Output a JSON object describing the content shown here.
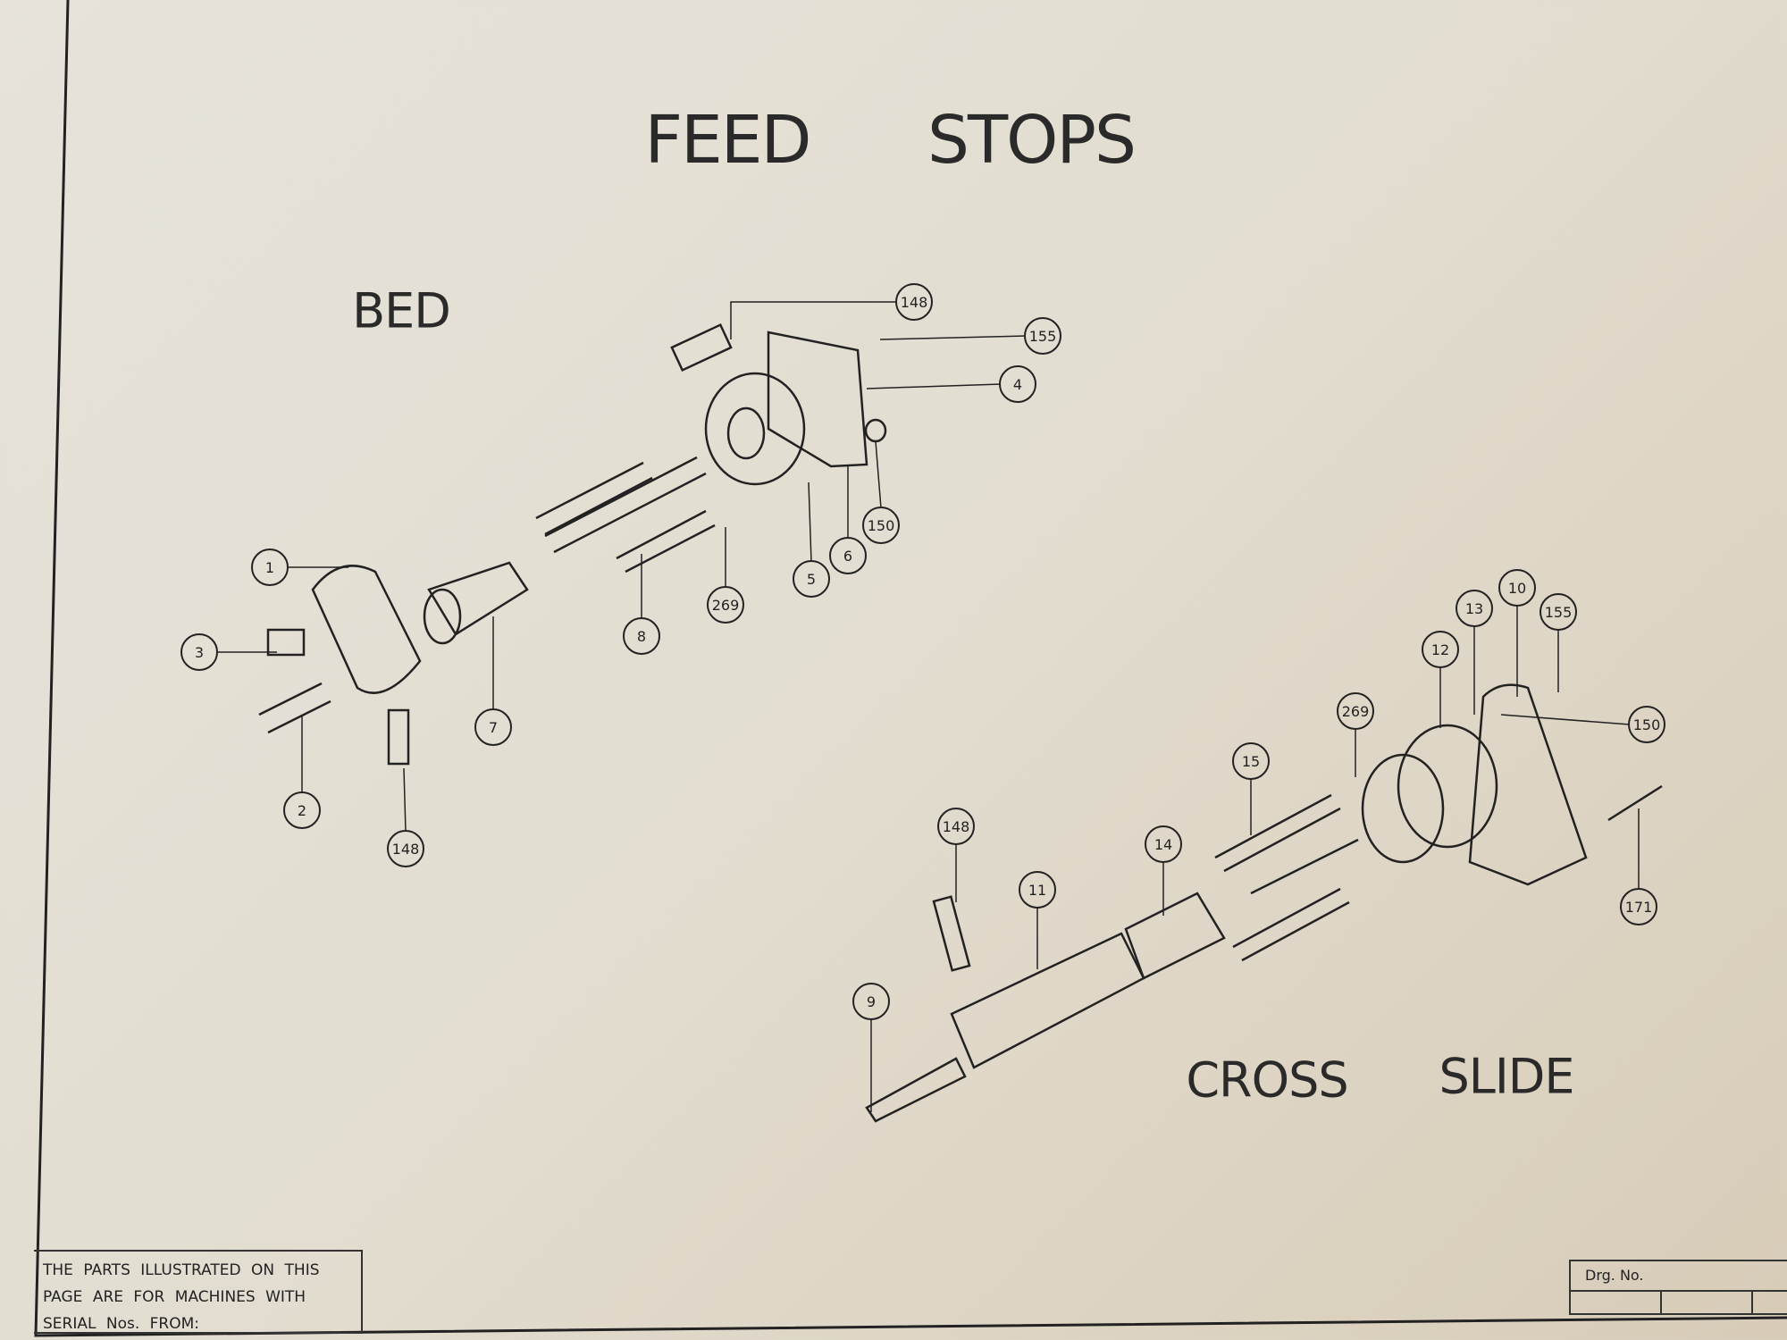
{
  "title": {
    "word1": "FEED",
    "word2": "STOPS"
  },
  "sections": {
    "bed": "BED",
    "cross1": "CROSS",
    "cross2": "SLIDE"
  },
  "bed_callouts": [
    "148",
    "155",
    "4",
    "150",
    "6",
    "5",
    "269",
    "8",
    "7",
    "1",
    "3",
    "2",
    "148"
  ],
  "cross_callouts": [
    "10",
    "13",
    "155",
    "12",
    "150",
    "269",
    "15",
    "14",
    "148",
    "11",
    "9",
    "171"
  ],
  "serial_note": {
    "line1": "THE PARTS ILLUSTRATED ON THIS",
    "line2": "PAGE ARE FOR MACHINES WITH",
    "line3": "SERIAL Nos. FROM:"
  },
  "drawing_number_label": "Drg. No."
}
